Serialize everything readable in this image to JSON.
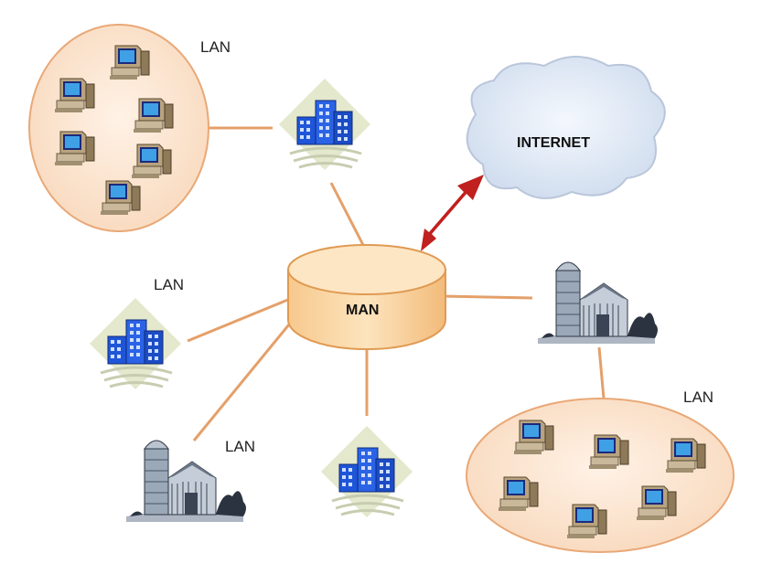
{
  "labels": {
    "lan": "LAN",
    "man": "MAN",
    "internet": "INTERNET"
  },
  "icons": {
    "computer": "desktop-computer-icon",
    "building": "office-building-icon",
    "farm": "farm-barn-silo-icon",
    "cloud": "internet-cloud-icon",
    "hub": "man-cylinder-icon"
  },
  "colors": {
    "lan_fill": "#fbe3cf",
    "lan_stroke": "#e9a877",
    "connector": "#e4a06a",
    "man_fill": "#fcd9a4",
    "man_stroke": "#e09a52",
    "arrow": "#c0201e",
    "building_blue": "#1f55d8",
    "cloud_fill": "#dfe8f5",
    "cloud_stroke": "#b9c6da"
  }
}
